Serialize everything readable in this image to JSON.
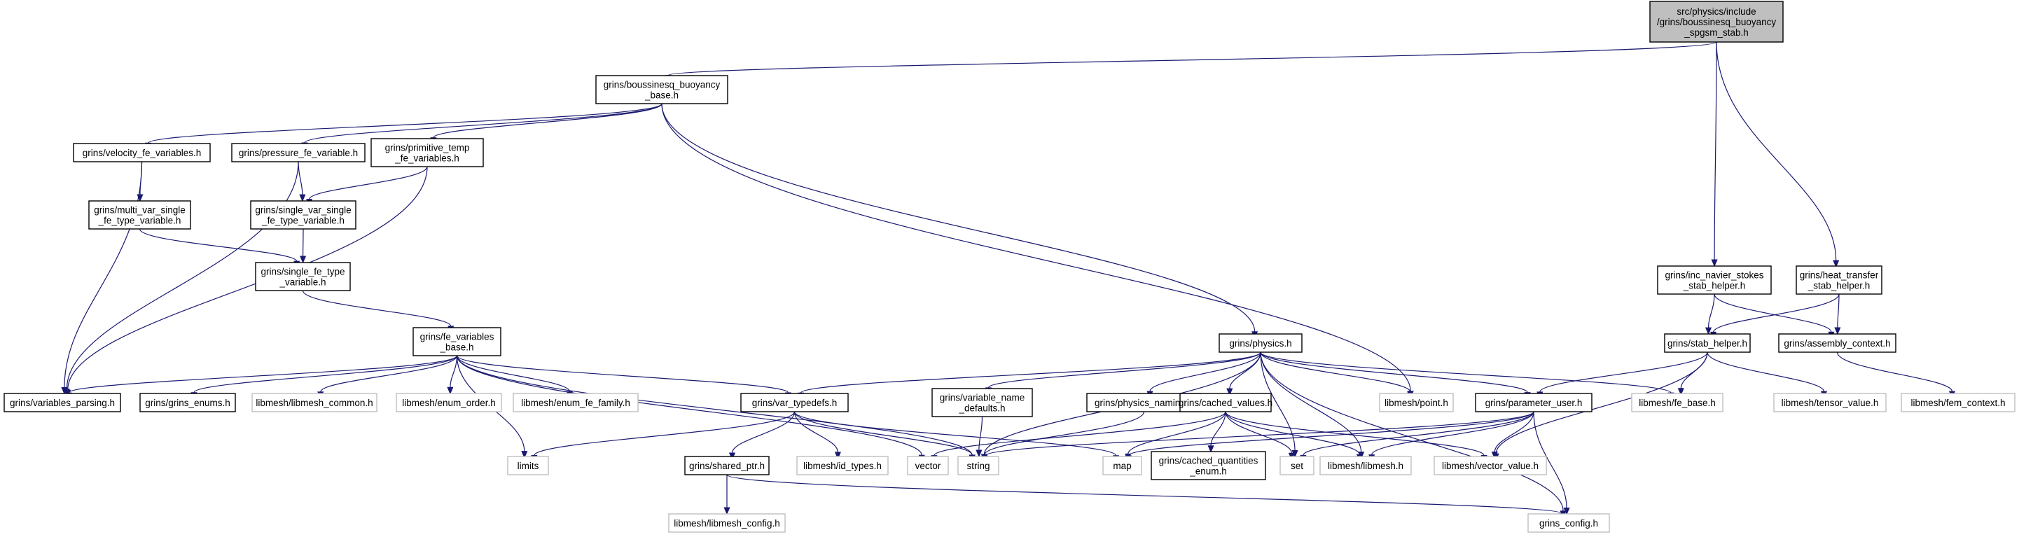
{
  "colors": {
    "edge": "#191970",
    "node_border": "#000000",
    "external_border": "#bfbfbf",
    "root_fill": "#bfbfbf",
    "node_fill": "#ffffff"
  },
  "nodes": {
    "root": [
      "src/physics/include",
      "/grins/boussinesq_buoyancy",
      "_spgsm_stab.h"
    ],
    "bbb": [
      "grins/boussinesq_buoyancy",
      "_base.h"
    ],
    "velocity": [
      "grins/velocity_fe_variables.h"
    ],
    "pressure": [
      "grins/pressure_fe_variable.h"
    ],
    "primtemp": [
      "grins/primitive_temp",
      "_fe_variables.h"
    ],
    "multivar": [
      "grins/multi_var_single",
      "_fe_type_variable.h"
    ],
    "singlevar": [
      "grins/single_var_single",
      "_fe_type_variable.h"
    ],
    "singlefe": [
      "grins/single_fe_type",
      "_variable.h"
    ],
    "febase": [
      "grins/fe_variables",
      "_base.h"
    ],
    "varparsing": [
      "grins/variables_parsing.h"
    ],
    "grinsenums": [
      "grins/grins_enums.h"
    ],
    "lmcommon": [
      "libmesh/libmesh_common.h"
    ],
    "enumorder": [
      "libmesh/enum_order.h"
    ],
    "enumfefamily": [
      "libmesh/enum_fe_family.h"
    ],
    "vartypedefs": [
      "grins/var_typedefs.h"
    ],
    "limits": [
      "limits"
    ],
    "sharedptr": [
      "grins/shared_ptr.h"
    ],
    "idtypes": [
      "libmesh/id_types.h"
    ],
    "vector": [
      "vector"
    ],
    "string": [
      "string"
    ],
    "lmconfig": [
      "libmesh/libmesh_config.h"
    ],
    "physics": [
      "grins/physics.h"
    ],
    "varnamedef": [
      "grins/variable_name",
      "_defaults.h"
    ],
    "physnaming": [
      "grins/physics_naming.h"
    ],
    "cachedvalues": [
      "grins/cached_values.h"
    ],
    "point": [
      "libmesh/point.h"
    ],
    "map": [
      "map"
    ],
    "cachedqe": [
      "grins/cached_quantities",
      "_enum.h"
    ],
    "set": [
      "set"
    ],
    "libmesh": [
      "libmesh/libmesh.h"
    ],
    "vectorvalue": [
      "libmesh/vector_value.h"
    ],
    "paramuser": [
      "grins/parameter_user.h"
    ],
    "grinsconfig": [
      "grins_config.h"
    ],
    "incns": [
      "grins/inc_navier_stokes",
      "_stab_helper.h"
    ],
    "heattransfer": [
      "grins/heat_transfer",
      "_stab_helper.h"
    ],
    "stabhelper": [
      "grins/stab_helper.h"
    ],
    "assemblyctx": [
      "grins/assembly_context.h"
    ],
    "lmfebase": [
      "libmesh/fe_base.h"
    ],
    "tensorvalue": [
      "libmesh/tensor_value.h"
    ],
    "femcontext": [
      "libmesh/fem_context.h"
    ]
  }
}
